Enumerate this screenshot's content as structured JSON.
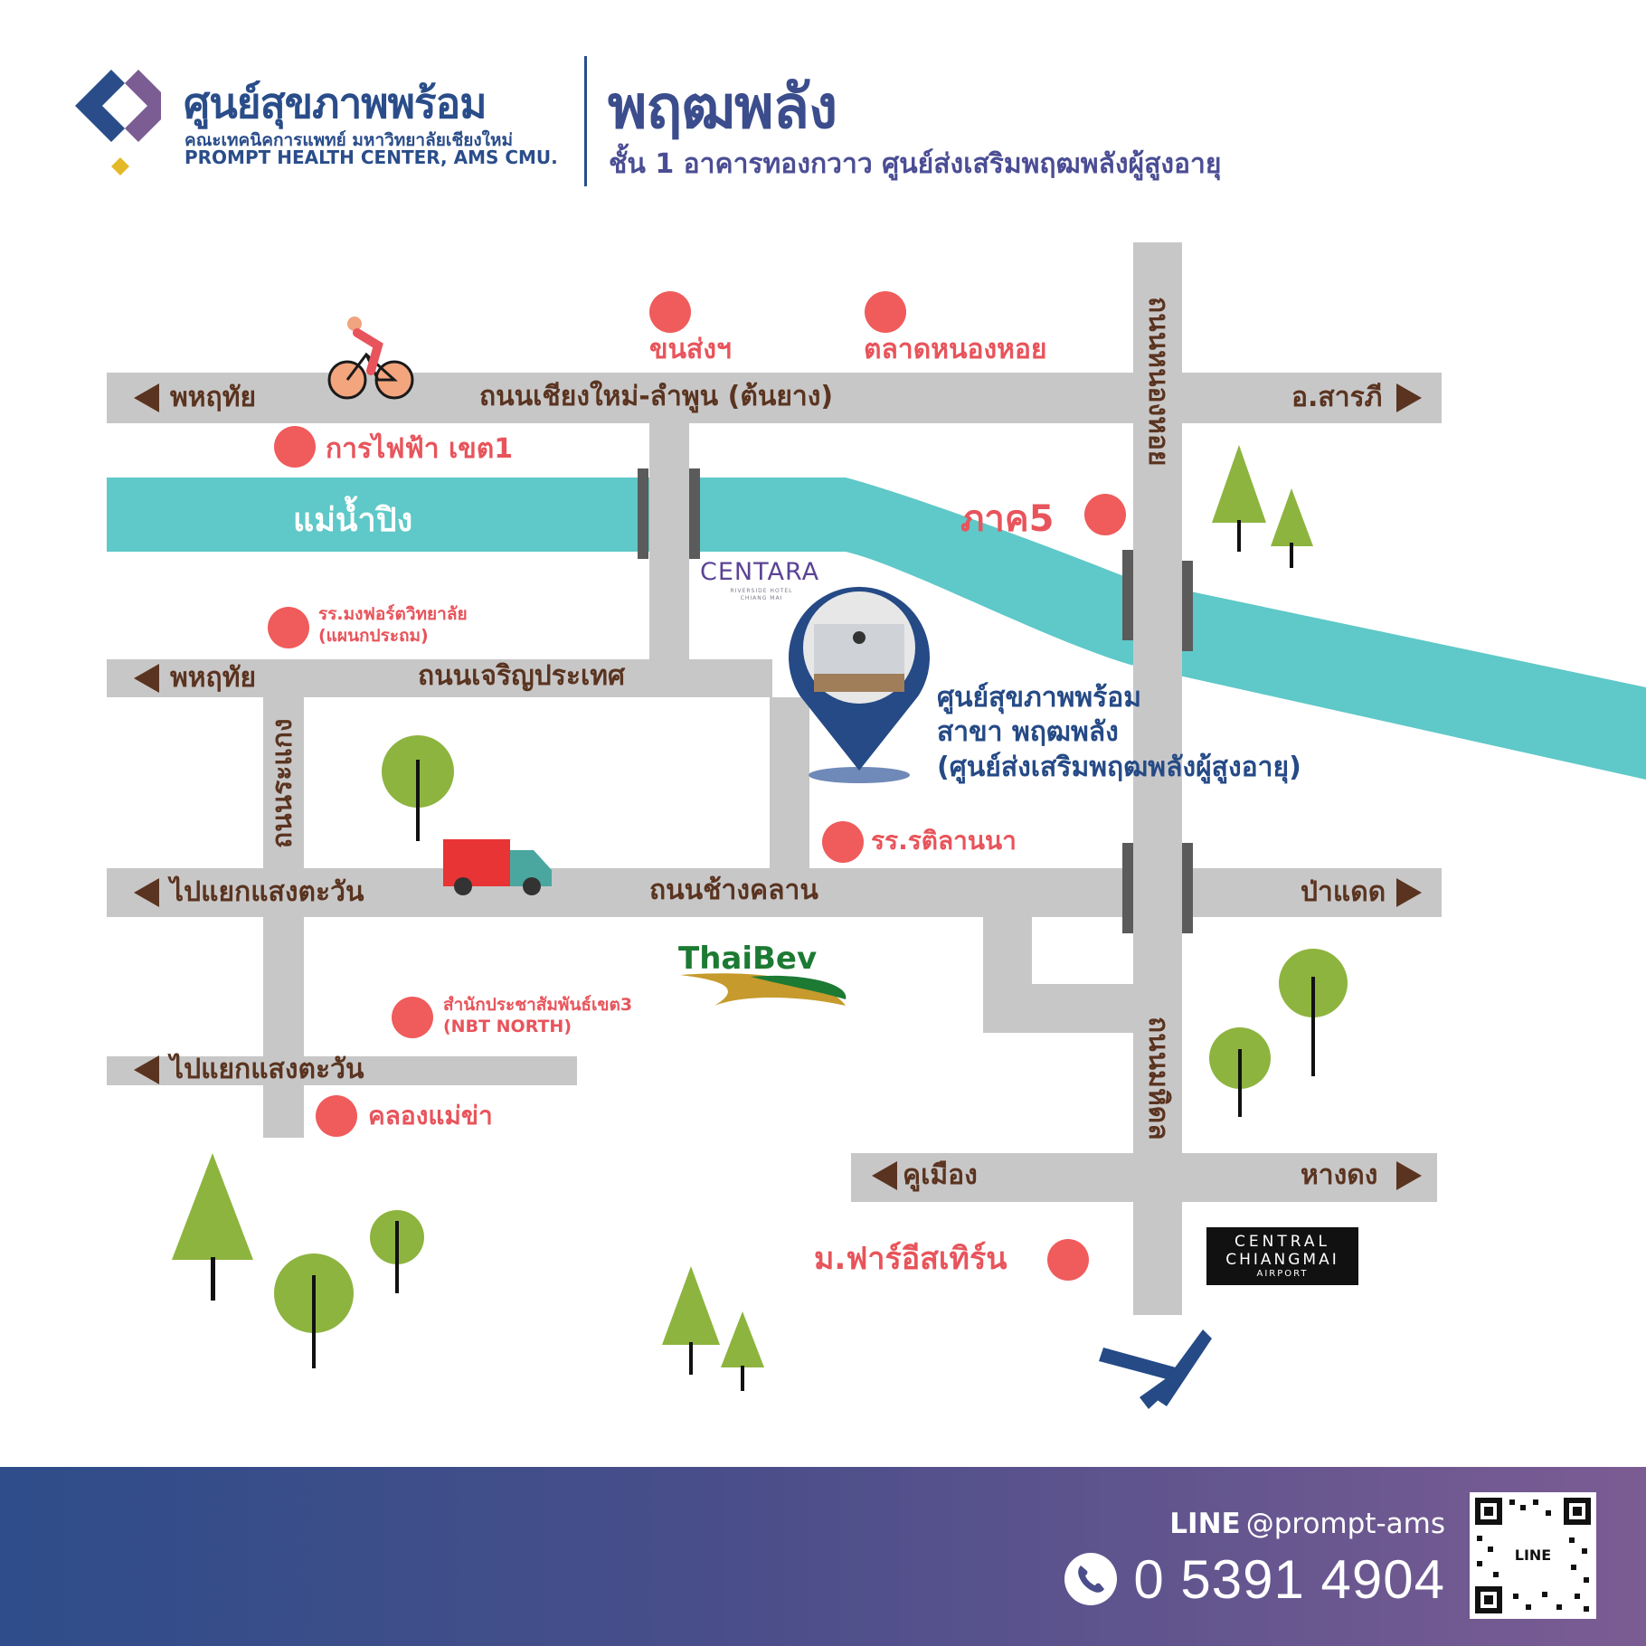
{
  "header": {
    "brand_name": "ศูนย์สุขภาพพร้อม",
    "brand_faculty": "คณะเทคนิคการแพทย์ มหาวิทยาลัยเชียงใหม่",
    "brand_english": "PROMPT HEALTH CENTER, AMS CMU.",
    "branch_name": "พฤฒพลัง",
    "branch_location": "ชั้น 1 อาคารทองกวาว ศูนย์ส่งเสริมพฤฒพลังผู้สูงอายุ"
  },
  "roads": {
    "chiangmai_lamphun": "ถนนเชียงใหม่-ลำพูน (ต้นยาง)",
    "charoen_prathet": "ถนนเจริญประเทศ",
    "chang_klan": "ถนนช้างคลาน",
    "nong_hoi": "ถนนหนองหอย",
    "rakaeng": "ถนนระแกง",
    "mahidol": "ถนนมหิดล"
  },
  "directions": {
    "left_top": "พหฤทัย",
    "right_top": "อ.สารภี",
    "left_middle": "พหฤทัย",
    "left_chang_klan": "ไปแยกแสงตะวัน",
    "right_chang_klan": "ป่าแดด",
    "left_bottom": "ไปแยกแสงตะวัน",
    "left_mahidol": "คูเมือง",
    "right_mahidol": "หางดง"
  },
  "places": {
    "transport_co": "ขนส่งฯ",
    "nong_hoi_market": "ตลาดหนองหอย",
    "electricity": "การไฟฟ้า เขต1",
    "region5": "ภาค5",
    "montfort_line1": "รร.มงฟอร์ตวิทยาลัย",
    "montfort_line2": "(แผนกประถม)",
    "dara_lanna": "รร.รติลานนา",
    "prd_line1": "สำนักประชาสัมพันธ์เขต3",
    "prd_line2": "(NBT NORTH)",
    "mae_kha": "คลองแม่ข่า",
    "far_eastern": "ม.ฟาร์อีสเทิร์น"
  },
  "river": "แม่น้ำปิง",
  "destination": {
    "line1": "ศูนย์สุขภาพพร้อม",
    "line2": "สาขา พฤฒพลัง",
    "line3": "(ศูนย์ส่งเสริมพฤฒพลังผู้สูงอายุ)"
  },
  "landmarks": {
    "centara": "CENTARA",
    "centara_sub": "RIVERSIDE HOTEL CHIANG MAI",
    "thaibev": "ThaiBev",
    "central_line1": "CENTRAL",
    "central_line2": "CHIANGMAI",
    "central_line3": "AIRPORT"
  },
  "footer": {
    "line_label": "LINE",
    "line_id": "@prompt-ams",
    "phone": "0 5391 4904",
    "qr_label": "LINE"
  },
  "colors": {
    "road": "#c8c7c8",
    "river": "#5fc8c8",
    "poi": "#f05b5b",
    "brown_text": "#5a3420",
    "pin": "#254a86",
    "tree_green": "#8db43f"
  }
}
